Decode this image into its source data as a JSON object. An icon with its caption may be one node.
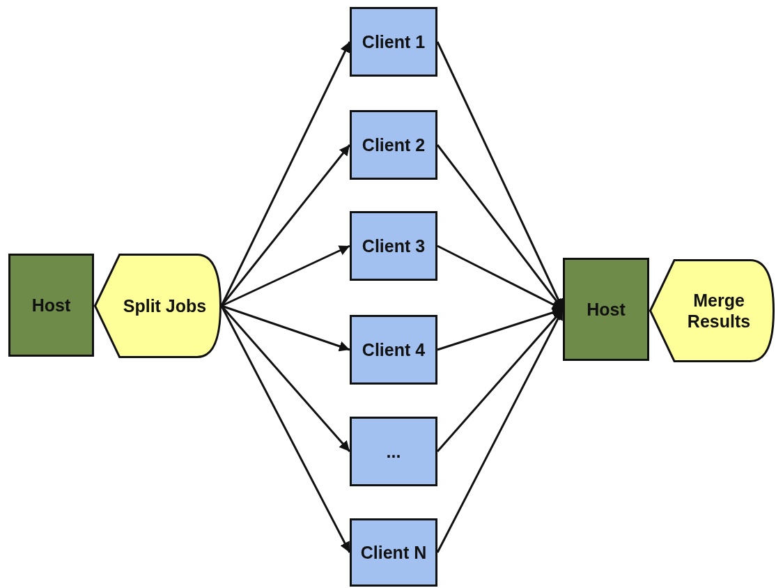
{
  "diagram": {
    "nodes": [
      {
        "text": [
          "Host"
        ]
      },
      {
        "text": [
          "Split Jobs"
        ]
      },
      {
        "text": [
          "Client 1"
        ]
      },
      {
        "text": [
          "Client 2"
        ]
      },
      {
        "text": [
          "Client 3"
        ]
      },
      {
        "text": [
          "Client 4"
        ]
      },
      {
        "text": [
          "..."
        ]
      },
      {
        "text": [
          "Client N"
        ]
      },
      {
        "text": [
          "Host"
        ]
      },
      {
        "text": [
          "Merge Results"
        ]
      }
    ],
    "edges": [
      {
        "from": 1,
        "to": 2,
        "arrow": "to"
      },
      {
        "from": 1,
        "to": 3,
        "arrow": "to"
      },
      {
        "from": 1,
        "to": 4,
        "arrow": "to"
      },
      {
        "from": 1,
        "to": 5,
        "arrow": "to"
      },
      {
        "from": 1,
        "to": 6,
        "arrow": "to"
      },
      {
        "from": 1,
        "to": 7,
        "arrow": "to"
      },
      {
        "from": 2,
        "to": 8,
        "arrow": "to"
      },
      {
        "from": 3,
        "to": 8,
        "arrow": "to"
      },
      {
        "from": 4,
        "to": 8,
        "arrow": "to"
      },
      {
        "from": 5,
        "to": 8,
        "arrow": "to"
      },
      {
        "from": 6,
        "to": 8,
        "arrow": "to"
      },
      {
        "from": 7,
        "to": 8,
        "arrow": "to"
      }
    ]
  }
}
